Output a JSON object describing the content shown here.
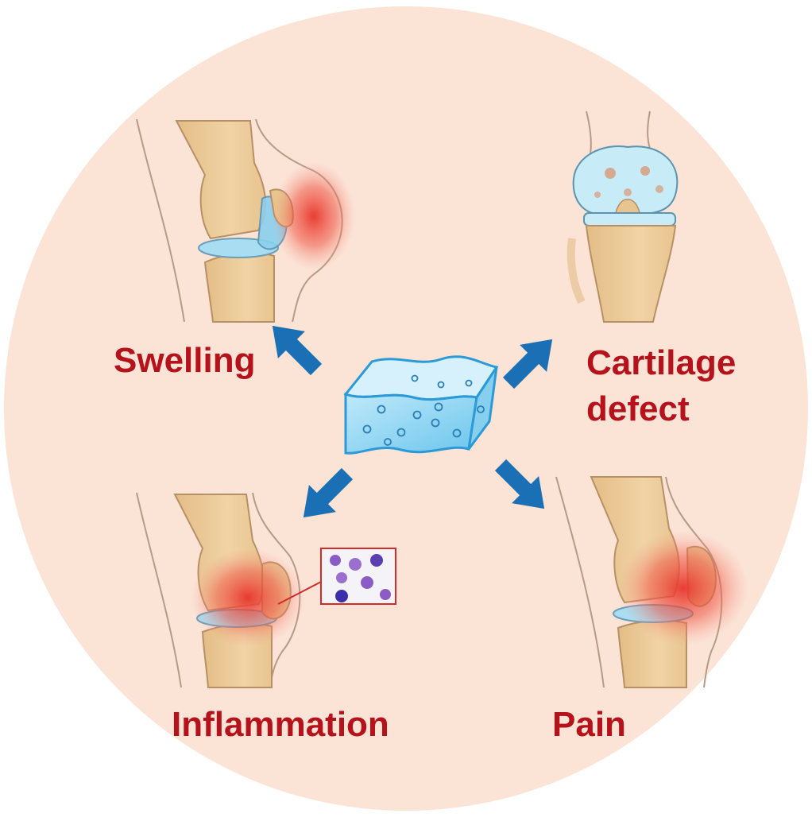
{
  "labels": {
    "swelling": "Swelling",
    "cartilage_line1": "Cartilage",
    "cartilage_line2": "defect",
    "inflammation": "Inflammation",
    "pain": "Pain"
  },
  "colors": {
    "background_circle": "#fbe3d6",
    "label_text": "#b5121b",
    "arrow": "#1a6fb5",
    "hydrogel": "#8fd4f0",
    "bone": "#eccc9a",
    "inflammation_red": "#e8342a"
  },
  "icons": {
    "center": "hydrogel-block-icon",
    "top_left": "swollen-knee-icon",
    "top_right": "cartilage-defect-knee-icon",
    "bottom_left": "inflamed-knee-icon",
    "bottom_right": "painful-knee-icon"
  }
}
